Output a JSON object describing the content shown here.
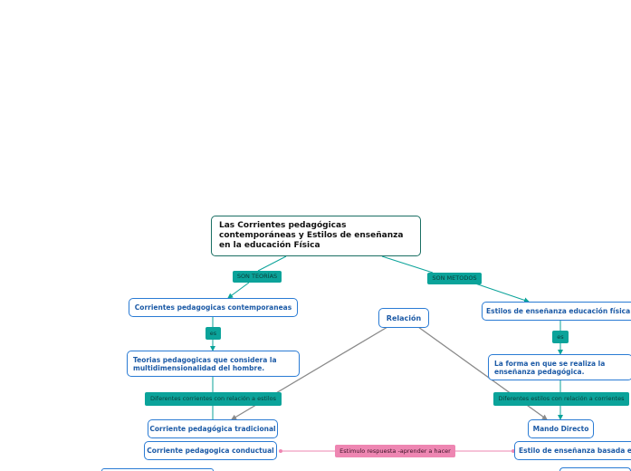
{
  "root": {
    "title": "Las Corrientes pedagógicas contemporáneas y Estilos de enseñanza en la educación Física"
  },
  "labels": {
    "son_teorias": "SON TEORÍAS",
    "son_metodos": "SON METODOS",
    "es_left": "es",
    "es_right": "es",
    "dif_corrientes": "Diferentes corrientes con relación a estilos",
    "dif_estilos": "Diferentes estilos con relación a corrientes",
    "estimulo": "Estimulo respuesta -aprender a hacer"
  },
  "nodes": {
    "corrientes": "Corrientes pedagogicas contemporaneas",
    "estilos": "Estilos de enseñanza educación física",
    "relacion": "Relación",
    "teorias": "Teorias pedagogicas que considera la multidimensionalidad del hombre.",
    "forma": "La forma en que se realiza la enseñanza pedagógica.",
    "tradicional": "Corriente pedagógica tradicional",
    "mando": "Mando Directo",
    "conductual": "Corriente pedagogica conductual",
    "estilo_basado": "Estilo de enseñanza basada en"
  },
  "colors": {
    "node_border": "#2a7bd4",
    "node_text": "#1c5aa6",
    "teal_label": "#0ba39a",
    "pink_label": "#ee86b2",
    "gray_line": "#8a8a8a"
  }
}
